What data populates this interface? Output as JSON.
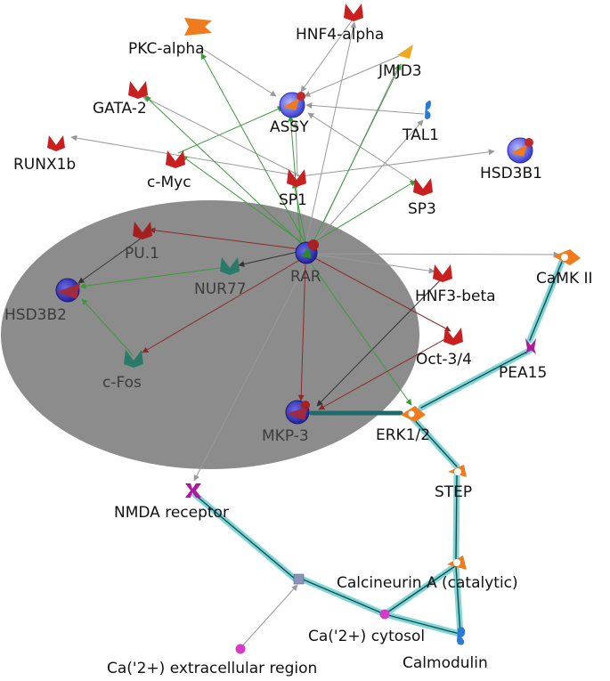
{
  "labels": {
    "hnf4a": "HNF4-alpha",
    "pkca": "PKC-alpha",
    "jmjd3": "JMJD3",
    "gata2": "GATA-2",
    "assy": "ASSY",
    "tal1": "TAL1",
    "runx1b": "RUNX1b",
    "cmyc": "c-Myc",
    "hsd3b1": "HSD3B1",
    "sp1": "SP1",
    "sp3": "SP3",
    "pu1": "PU.1",
    "nur77": "NUR77",
    "rar": "RAR",
    "hnf3b": "HNF3-beta",
    "camk2": "CaMK II",
    "hsd3b2": "HSD3B2",
    "oct34": "Oct-3/4",
    "pea15": "PEA15",
    "cfos": "c-Fos",
    "mkp3": "MKP-3",
    "erk12": "ERK1/2",
    "step": "STEP",
    "nmda": "NMDA receptor",
    "calcA": "Calcineurin A (catalytic)",
    "ca_cyt": "Ca('2+) cytosol",
    "ca_ext": "Ca('2+) extracellular region",
    "calmodulin": "Calmodulin"
  },
  "colors": {
    "highlight": "#7fd6d8",
    "activation": "#3a9a3a",
    "inhibition": "#8b2a2a",
    "neutral": "#9a9a9a",
    "tf_red": "#c8201f",
    "kinase_orange": "#f07a1e",
    "enzyme_blue": "#3a4fd8",
    "pink": "#d43cc8"
  }
}
